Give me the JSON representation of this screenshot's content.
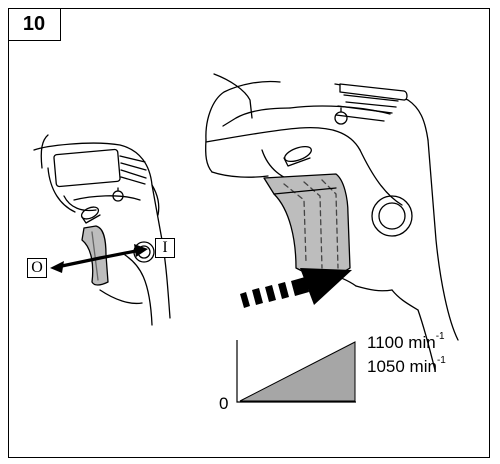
{
  "figure": {
    "number": "10",
    "switch_off_label": "O",
    "switch_on_label": "I",
    "lock_symbol_left": "lock-icon",
    "lock_symbol_right": "lock-icon"
  },
  "speed_chart": {
    "zero_label": "0",
    "speed_high": "1100 min",
    "speed_high_exp": "-1",
    "speed_low": "1050 min",
    "speed_low_exp": "-1",
    "fill_color": "#a6a6a6"
  }
}
